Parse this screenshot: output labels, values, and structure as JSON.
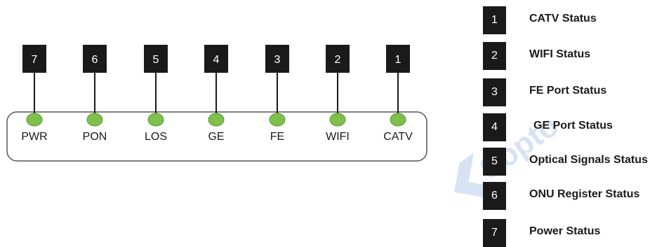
{
  "leds": [
    {
      "number": "7",
      "label": "PWR"
    },
    {
      "number": "6",
      "label": "PON"
    },
    {
      "number": "5",
      "label": "LOS"
    },
    {
      "number": "4",
      "label": "GE"
    },
    {
      "number": "3",
      "label": "FE"
    },
    {
      "number": "2",
      "label": "WIFI"
    },
    {
      "number": "1",
      "label": "CATV"
    }
  ],
  "legend": [
    {
      "number": "1",
      "text": "CATV Status"
    },
    {
      "number": "2",
      "text": "WIFI Status"
    },
    {
      "number": "3",
      "text": "FE Port Status"
    },
    {
      "number": "4",
      "text": "GE Port Status"
    },
    {
      "number": "5",
      "text": "Optical Signals Status"
    },
    {
      "number": "6",
      "text": "ONU Register Status"
    },
    {
      "number": "7",
      "text": "Power Status"
    }
  ],
  "colors": {
    "led_fill": "#7fbf4d",
    "led_stroke": "#5a9a2e",
    "number_box": "#1a1a1a",
    "watermark": "#d7e3f3"
  }
}
